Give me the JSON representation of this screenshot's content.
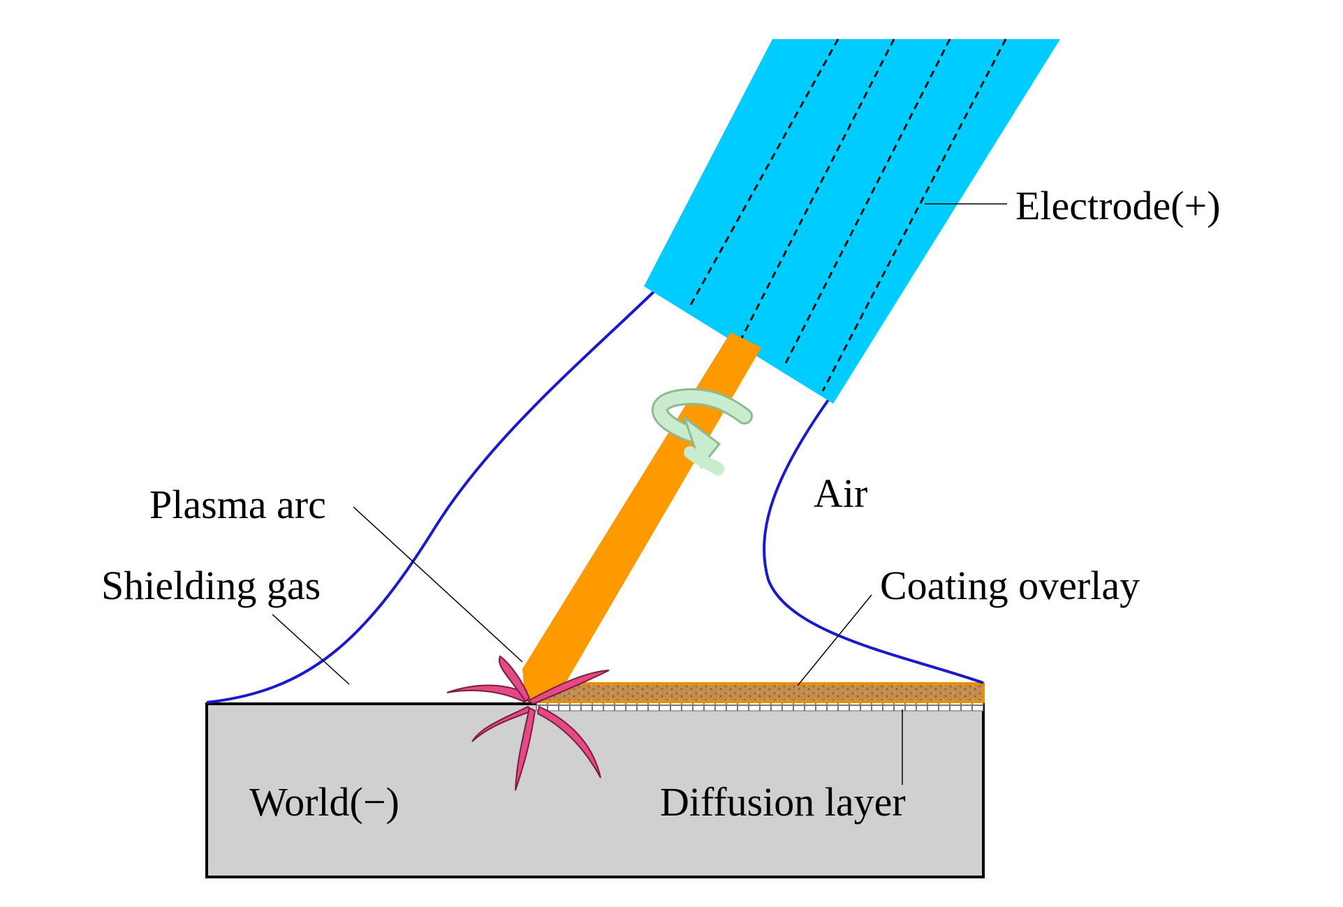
{
  "labels": {
    "electrode": "Electrode(+)",
    "air": "Air",
    "plasma_arc": "Plasma arc",
    "shielding_gas": "Shielding gas",
    "coating_overlay": "Coating overlay",
    "world": "World(−)",
    "diffusion_layer": "Diffusion layer"
  },
  "colors": {
    "electrode_body": "#00ccff",
    "rod": "#ff9900",
    "gas_boundary": "#1a1acc",
    "workpiece": "#d0d0d0",
    "coating": "#c08a4a",
    "sparks": "#dd3377",
    "rotation_arrow": "#bfe6c4"
  }
}
